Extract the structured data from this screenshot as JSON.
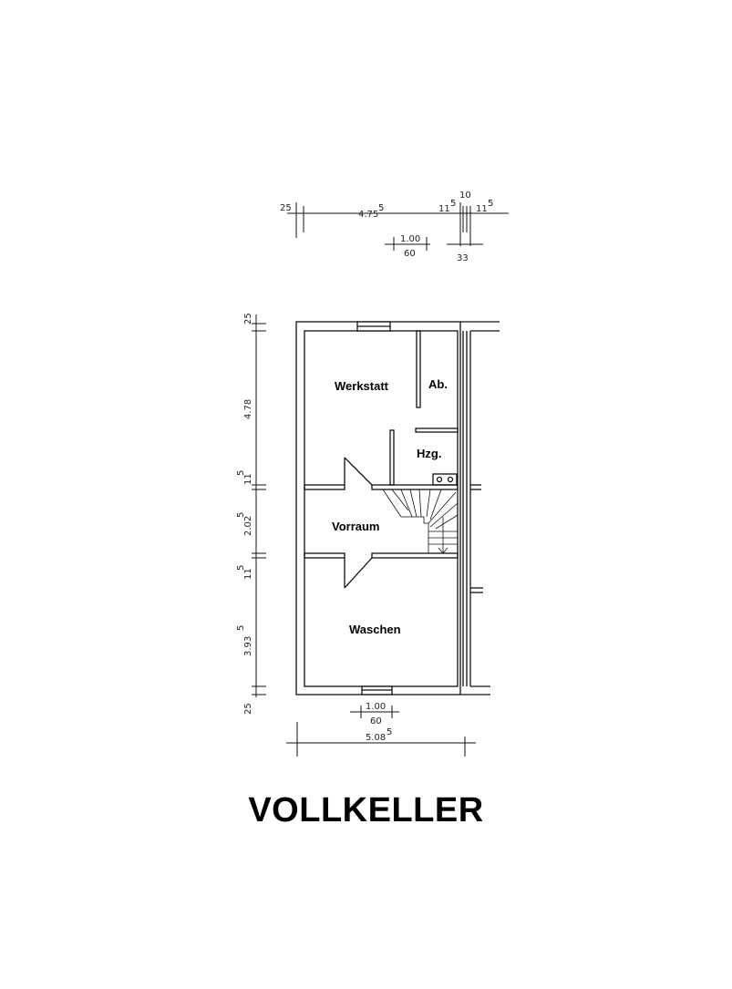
{
  "title": "VOLLKELLER",
  "rooms": {
    "werkstatt": "Werkstatt",
    "ab": "Ab.",
    "hzg": "Hzg.",
    "vorraum": "Vorraum",
    "waschen": "Waschen"
  },
  "dims_top": {
    "d1": "25",
    "d2": "4.75",
    "d2s": "5",
    "d3": "11",
    "d3s": "5",
    "d4": "10",
    "d5": "11",
    "d5s": "5",
    "win_w": "1.00",
    "win_h": "60",
    "d6": "33"
  },
  "dims_left": {
    "a": "25",
    "b": "4.78",
    "c": "11",
    "cs": "5",
    "d": "2.02",
    "ds": "5",
    "e": "11",
    "es": "5",
    "f": "3.93",
    "fs": "5",
    "g": "25"
  },
  "dims_bottom": {
    "win_w": "1.00",
    "win_h": "60",
    "total": "5.08",
    "total_s": "5"
  }
}
